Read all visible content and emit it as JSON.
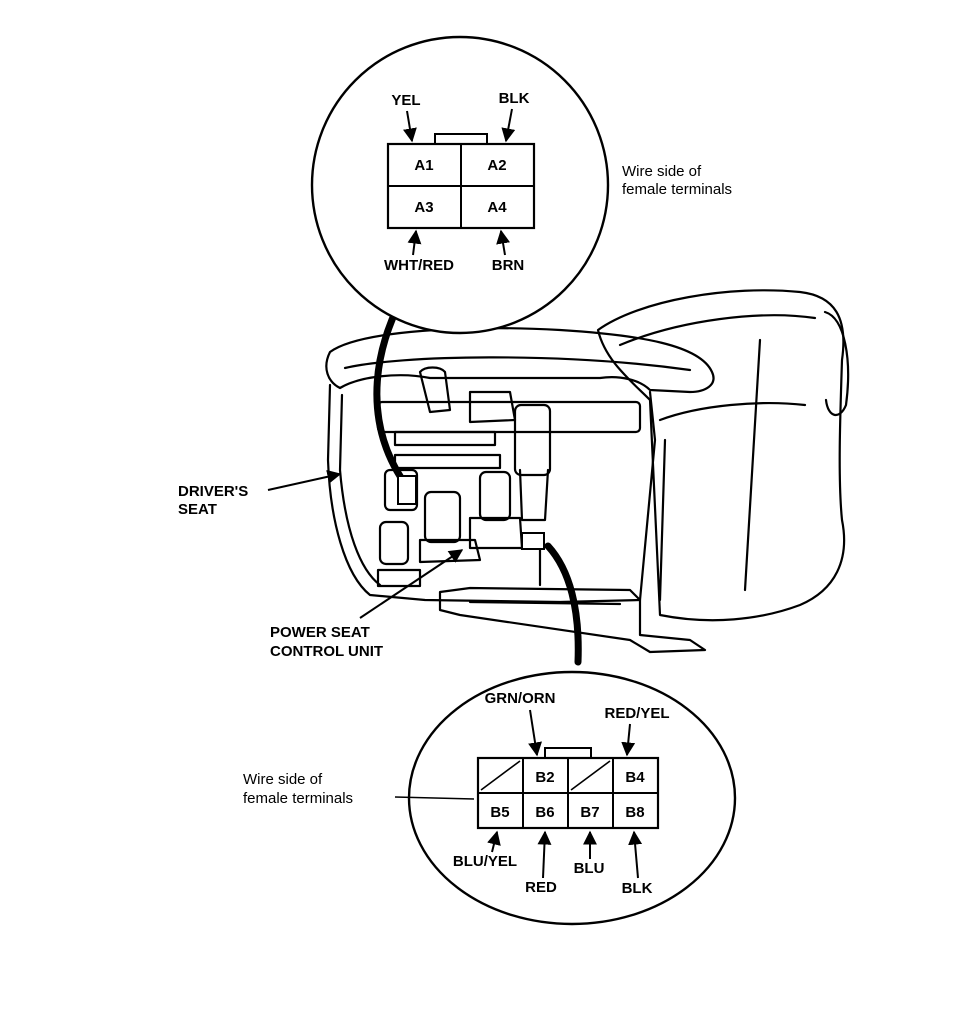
{
  "connector_a": {
    "pins": [
      "A1",
      "A2",
      "A3",
      "A4"
    ],
    "wires": {
      "a1": "YEL",
      "a2": "BLK",
      "a3": "WHT/RED",
      "a4": "BRN"
    },
    "note_line1": "Wire side of",
    "note_line2": "female terminals"
  },
  "connector_b": {
    "pins": [
      "B2",
      "B4",
      "B5",
      "B6",
      "B7",
      "B8"
    ],
    "wires": {
      "b2": "GRN/ORN",
      "b4": "RED/YEL",
      "b5": "BLU/YEL",
      "b6": "RED",
      "b7": "BLU",
      "b8": "BLK"
    },
    "note_line1": "Wire side of",
    "note_line2": "female terminals"
  },
  "labels": {
    "drivers_seat_1": "DRIVER'S",
    "drivers_seat_2": "SEAT",
    "control_unit_1": "POWER SEAT",
    "control_unit_2": "CONTROL UNIT"
  }
}
